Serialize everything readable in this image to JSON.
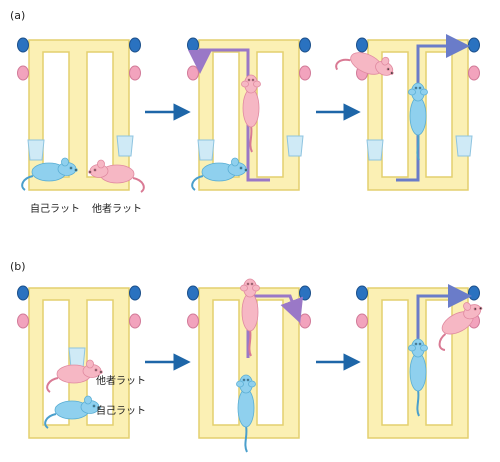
{
  "panels": {
    "a": {
      "label": "(a)"
    },
    "b": {
      "label": "(b)"
    }
  },
  "labels": {
    "self_rat": "自己ラット",
    "other_rat": "他者ラット"
  },
  "colors": {
    "maze_fill": "#fbf0b4",
    "maze_stroke": "#e3cf6e",
    "arm_fill": "#ffffff",
    "blue_rat": "#8fd0ee",
    "pink_rat": "#f6b7c4",
    "purple_path": "#9a78c7",
    "blue_path": "#6a7cc9",
    "process_arrow": "#1e66a8",
    "gate": "#cfeaf6",
    "blue_light": "#2a72c0",
    "pink_light": "#f2a3bd"
  },
  "icons": {
    "maze": "figure-eight-maze",
    "rat": "rat-icon",
    "light": "light-bulb-icon",
    "arrow": "right-arrow-icon"
  }
}
